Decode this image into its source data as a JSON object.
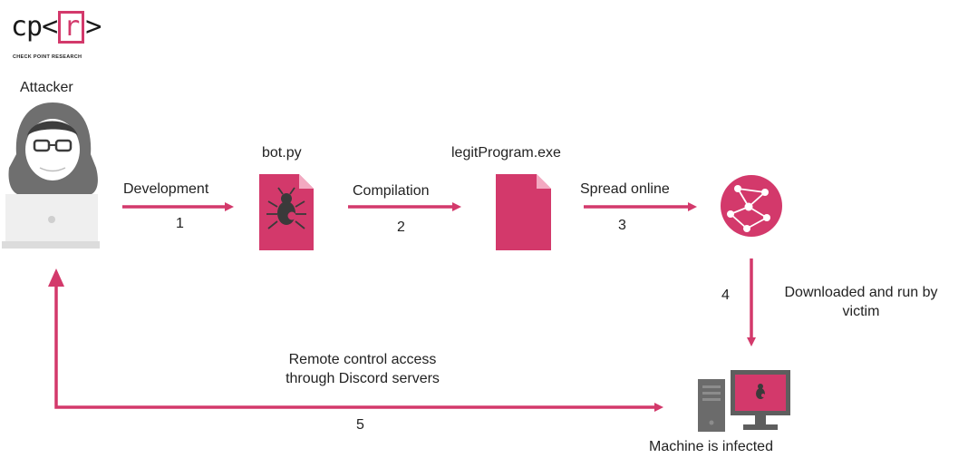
{
  "logo": {
    "text_left": "cp<",
    "text_mid": "r",
    "text_right": ">",
    "subtitle": "CHECK POINT RESEARCH"
  },
  "attacker_label": "Attacker",
  "files": {
    "bot": "bot.py",
    "exe": "legitProgram.exe"
  },
  "steps": [
    {
      "label": "Development",
      "number": "1"
    },
    {
      "label": "Compilation",
      "number": "2"
    },
    {
      "label": "Spread online",
      "number": "3"
    },
    {
      "label": "Downloaded and run by",
      "label2": "victim",
      "number": "4"
    },
    {
      "label": "Remote control access",
      "label2": "through Discord servers",
      "number": "5"
    }
  ],
  "victim_label": "Machine is infected",
  "colors": {
    "accent": "#d3396b",
    "icon_gray": "#6b6b6b"
  }
}
